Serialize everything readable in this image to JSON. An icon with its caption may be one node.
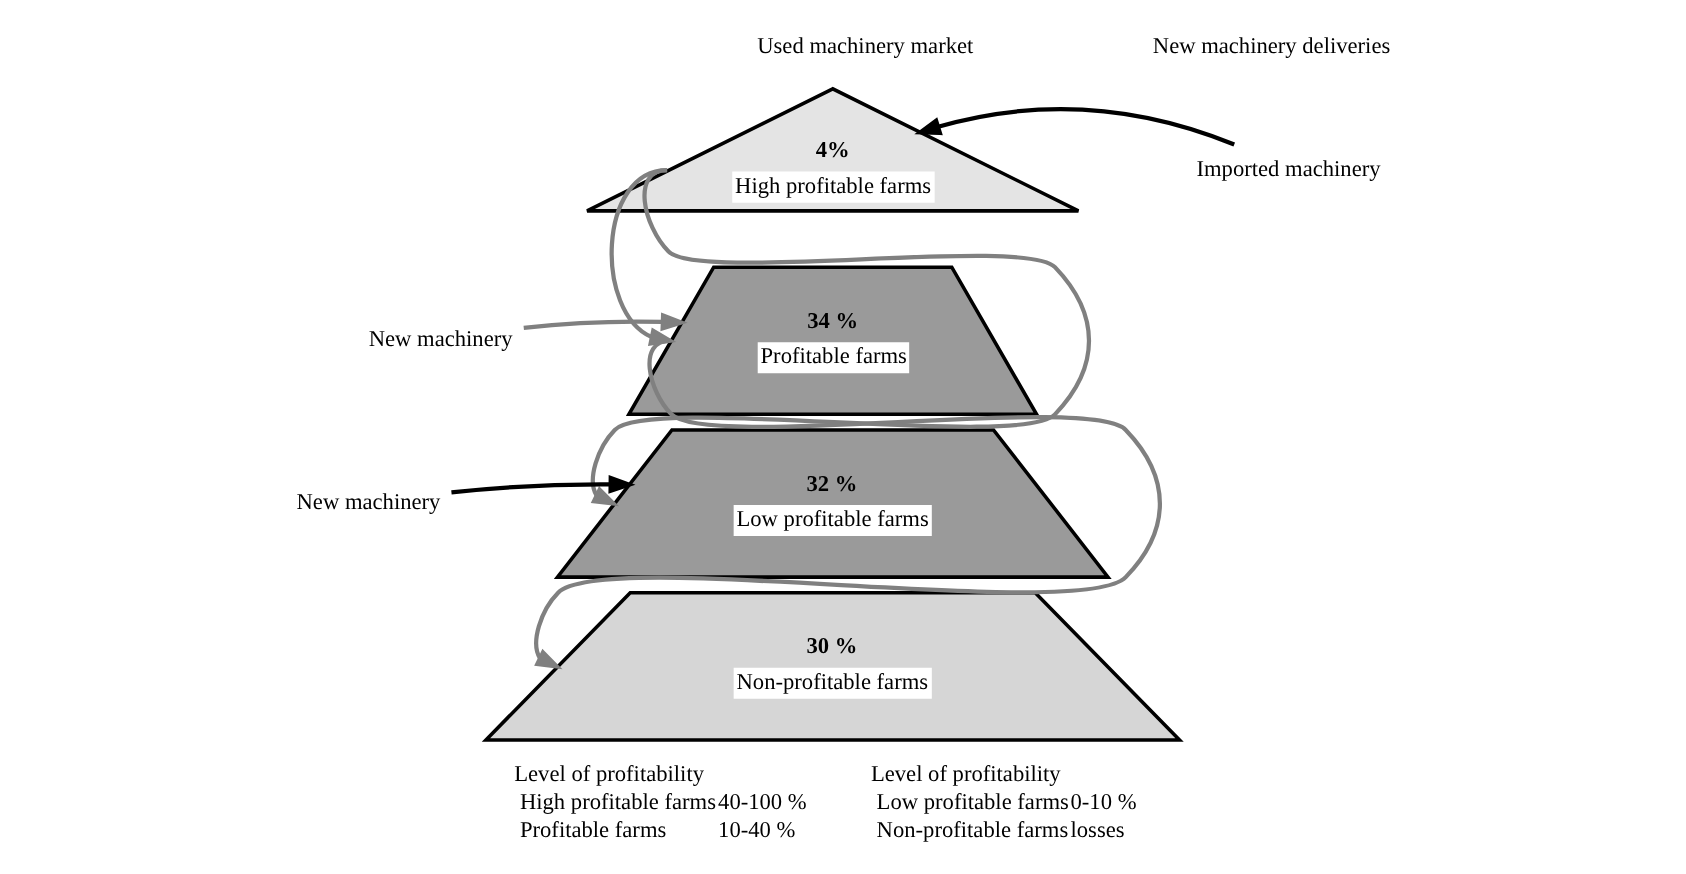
{
  "diagram": {
    "nodes": [
      {
        "text": [
          "4%",
          "High profitable farms"
        ]
      },
      {
        "text": [
          "34 %",
          "Profitable farms"
        ]
      },
      {
        "text": [
          "32 %",
          "Low profitable farms"
        ]
      },
      {
        "text": [
          "30 %",
          "Non-profitable farms"
        ]
      },
      {
        "text": [
          "Imported machinery"
        ]
      },
      {
        "text": [
          "New machinery"
        ]
      },
      {
        "text": [
          "New machinery"
        ]
      }
    ],
    "edges": [
      {
        "from": 0,
        "to": 1,
        "arrow": "to",
        "color": "#808080"
      },
      {
        "from": 0,
        "to": 2,
        "arrow": "to",
        "color": "#808080"
      },
      {
        "from": 1,
        "to": 3,
        "arrow": "to",
        "color": "#808080"
      },
      {
        "from": 4,
        "to": 0,
        "arrow": "to",
        "color": "#000000"
      },
      {
        "from": 5,
        "to": 1,
        "arrow": "to",
        "color": "#808080"
      },
      {
        "from": 6,
        "to": 2,
        "arrow": "to",
        "color": "#000000"
      }
    ],
    "labels": [
      "Used machinery market",
      "New machinery deliveries",
      "Level of profitability",
      "High profitable farms",
      "40-100 %",
      "Level of profitability",
      "Low profitable farms",
      "0-10 %",
      "Profitable farms",
      "10-40 %",
      "Non-profitable farms",
      "losses"
    ]
  }
}
